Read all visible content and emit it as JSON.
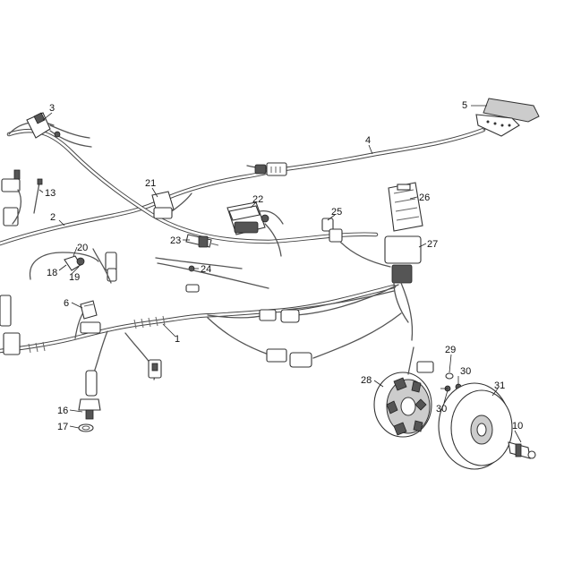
{
  "diagram": {
    "callouts": {
      "c1": "1",
      "c2": "2",
      "c3": "3",
      "c4": "4",
      "c5": "5",
      "c6": "6",
      "c10": "10",
      "c13": "13",
      "c16": "16",
      "c17": "17",
      "c18": "18",
      "c19": "19",
      "c20": "20",
      "c21": "21",
      "c22": "22",
      "c23": "23",
      "c24": "24",
      "c25": "25",
      "c26": "26",
      "c27": "27",
      "c28": "28",
      "c29": "29",
      "c30a": "30",
      "c30b": "30",
      "c31": "31"
    }
  }
}
